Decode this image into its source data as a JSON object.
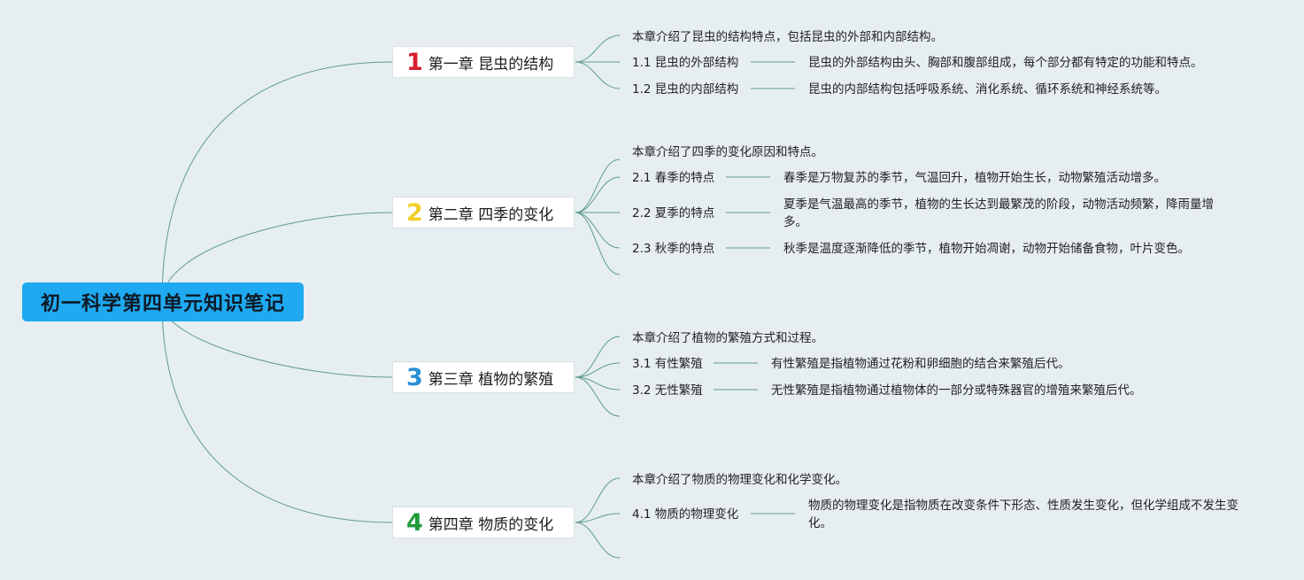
{
  "root": {
    "title": "初一科学第四单元知识笔记",
    "color": "#1fa9f0"
  },
  "link_color": "#5f9c88",
  "chapters": [
    {
      "num": "1",
      "num_color": "#d6202f",
      "title": "第一章 昆虫的结构",
      "summary": "本章介绍了昆虫的结构特点，包括昆虫的外部和内部结构。",
      "sections": [
        {
          "title": "1.1 昆虫的外部结构",
          "desc": "昆虫的外部结构由头、胸部和腹部组成，每个部分都有特定的功能和特点。"
        },
        {
          "title": "1.2 昆虫的内部结构",
          "desc": "昆虫的内部结构包括呼吸系统、消化系统、循环系统和神经系统等。"
        }
      ]
    },
    {
      "num": "2",
      "num_color": "#f3cf2c",
      "title": "第二章 四季的变化",
      "summary": "本章介绍了四季的变化原因和特点。",
      "sections": [
        {
          "title": "2.1 春季的特点",
          "desc": "春季是万物复苏的季节，气温回升，植物开始生长，动物繁殖活动增多。"
        },
        {
          "title": "2.2 夏季的特点",
          "desc": "夏季是气温最高的季节，植物的生长达到最繁茂的阶段，动物活动频繁，降雨量增多。"
        },
        {
          "title": "2.3 秋季的特点",
          "desc": "秋季是温度逐渐降低的季节，植物开始凋谢，动物开始储备食物，叶片变色。"
        }
      ]
    },
    {
      "num": "3",
      "num_color": "#2a8fd6",
      "title": "第三章 植物的繁殖",
      "summary": "本章介绍了植物的繁殖方式和过程。",
      "sections": [
        {
          "title": "3.1 有性繁殖",
          "desc": "有性繁殖是指植物通过花粉和卵细胞的结合来繁殖后代。"
        },
        {
          "title": "3.2 无性繁殖",
          "desc": "无性繁殖是指植物通过植物体的一部分或特殊器官的增殖来繁殖后代。"
        }
      ]
    },
    {
      "num": "4",
      "num_color": "#1f9a3a",
      "title": "第四章 物质的变化",
      "summary": "本章介绍了物质的物理变化和化学变化。",
      "sections": [
        {
          "title": "4.1 物质的物理变化",
          "desc": "物质的物理变化是指物质在改变条件下形态、性质发生变化，但化学组成不发生变化。"
        }
      ]
    }
  ]
}
